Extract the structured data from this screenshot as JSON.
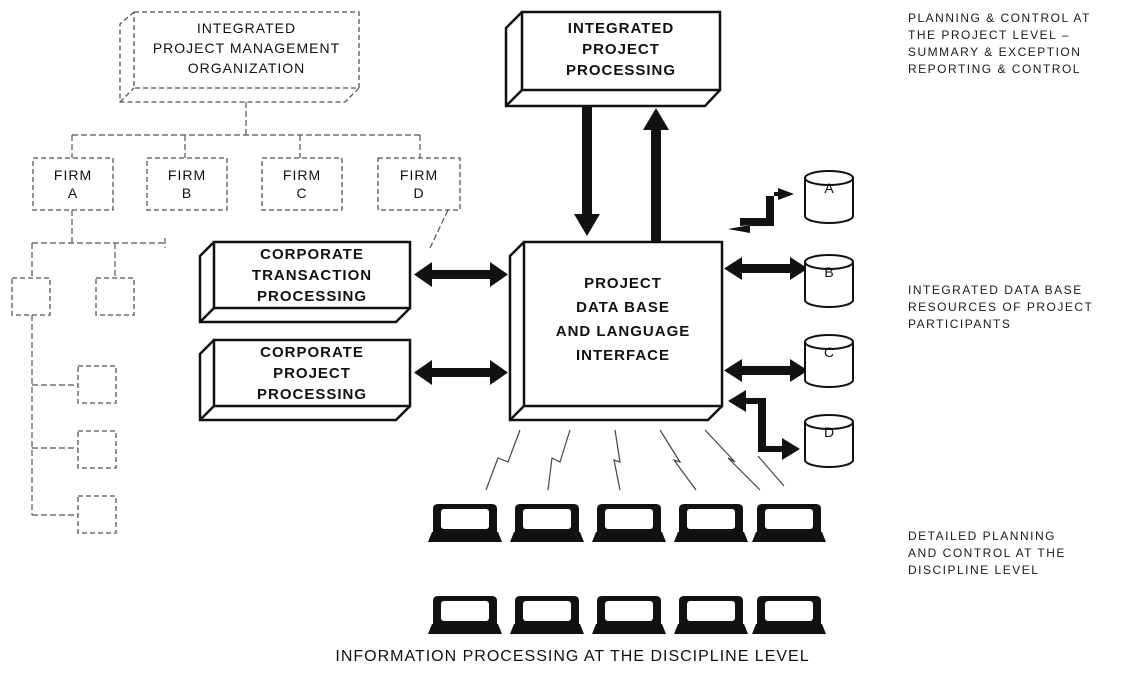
{
  "org_box": {
    "line1": "INTEGRATED",
    "line2": "PROJECT MANAGEMENT",
    "line3": "ORGANIZATION"
  },
  "firms": [
    {
      "line1": "FIRM",
      "line2": "A"
    },
    {
      "line1": "FIRM",
      "line2": "B"
    },
    {
      "line1": "FIRM",
      "line2": "C"
    },
    {
      "line1": "FIRM",
      "line2": "D"
    }
  ],
  "integrated_processing": {
    "line1": "INTEGRATED",
    "line2": "PROJECT",
    "line3": "PROCESSING"
  },
  "corporate_transaction": {
    "line1": "CORPORATE",
    "line2": "TRANSACTION",
    "line3": "PROCESSING"
  },
  "corporate_project": {
    "line1": "CORPORATE",
    "line2": "PROJECT",
    "line3": "PROCESSING"
  },
  "database_box": {
    "line1": "PROJECT",
    "line2": "DATA BASE",
    "line3": "AND LANGUAGE",
    "line4": "INTERFACE"
  },
  "databases": [
    "A",
    "B",
    "C",
    "D"
  ],
  "notes": {
    "top": "PLANNING & CONTROL AT\nTHE PROJECT LEVEL –\nSUMMARY & EXCEPTION\nREPORTING & CONTROL",
    "middle": "INTEGRATED DATA BASE\nRESOURCES OF PROJECT\nPARTICIPANTS",
    "bottom": "DETAILED PLANNING\nAND CONTROL AT THE\nDISCIPLINE LEVEL"
  },
  "caption": "INFORMATION PROCESSING AT THE DISCIPLINE LEVEL"
}
